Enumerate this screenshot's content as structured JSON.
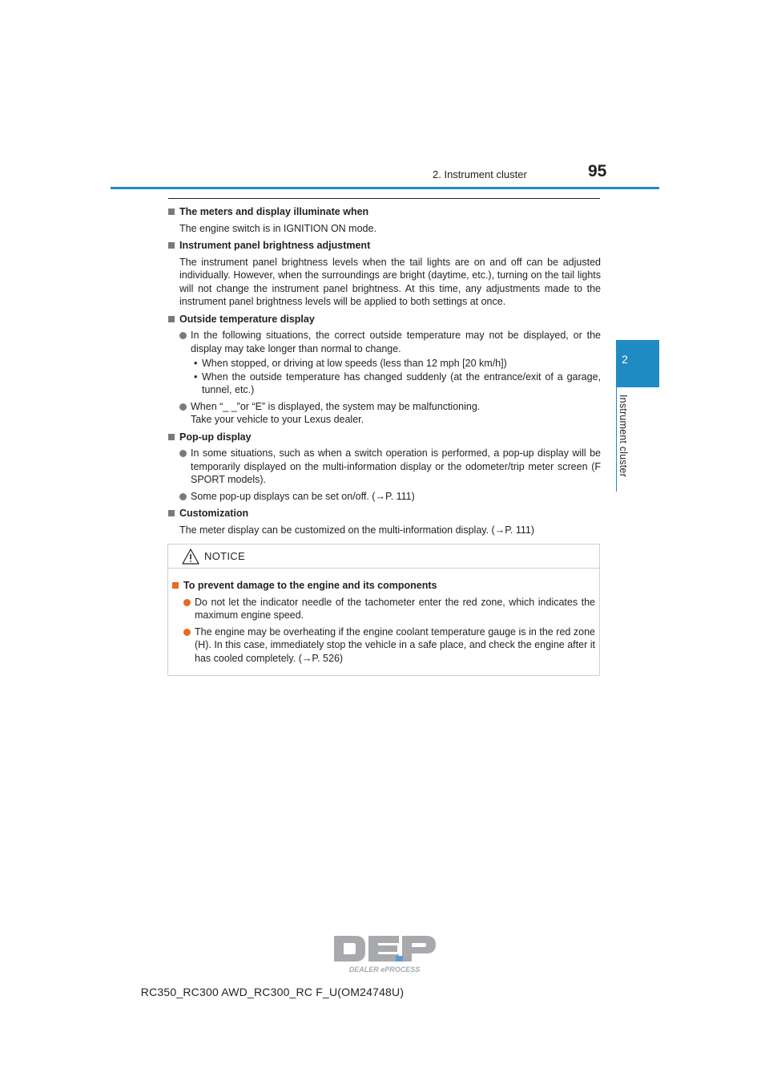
{
  "header": {
    "section": "2. Instrument cluster",
    "page_number": "95"
  },
  "side_tab": {
    "number": "2",
    "label": "Instrument cluster",
    "color": "#1f8bc3"
  },
  "sections": [
    {
      "title": "The meters and display illuminate when",
      "body": "The engine switch is in IGNITION ON mode."
    },
    {
      "title": "Instrument panel brightness adjustment",
      "body": "The instrument panel brightness levels when the tail lights are on and off can be adjusted individually. However, when the surroundings are bright (daytime, etc.), turning on the tail lights will not change the instrument panel brightness. At this time, any adjustments made to the instrument panel brightness levels will be applied to both settings at once."
    },
    {
      "title": "Outside temperature display",
      "bullets": [
        {
          "text": "In the following situations, the correct outside temperature may not be displayed, or the display may take longer than normal to change.",
          "subitems": [
            "When stopped, or driving at low speeds (less than 12 mph [20 km/h])",
            "When the outside temperature has changed suddenly (at the entrance/exit of a garage, tunnel, etc.)"
          ]
        },
        {
          "line1": "When “_ _”or “E” is displayed, the system may be malfunctioning.",
          "line2": "Take your vehicle to your Lexus dealer."
        }
      ]
    },
    {
      "title": "Pop-up display",
      "bullets": [
        {
          "text": "In some situations, such as when a switch operation is performed, a pop-up display will be temporarily displayed on the multi-information display or the odometer/trip meter screen (F SPORT models)."
        },
        {
          "text": "Some pop-up displays can be set on/off. (→P. 111)"
        }
      ]
    },
    {
      "title": "Customization",
      "body": "The meter display can be customized on the multi-information display. (→P. 111)"
    }
  ],
  "notice": {
    "label": "NOTICE",
    "icon": "warning-triangle-icon",
    "title": "To prevent damage to the engine and its components",
    "bullets": [
      "Do not let the indicator needle of the tachometer enter the red zone, which indicates the maximum engine speed.",
      "The engine may be overheating if the engine coolant temperature gauge is in the red zone (H). In this case, immediately stop the vehicle in a safe place, and check the engine after it has cooled completely. (→P. 526)"
    ]
  },
  "logo": {
    "icon": "dealer-eprocess-logo",
    "text": "DEALER ePROCESS"
  },
  "footer": {
    "model_code": "RC350_RC300 AWD_RC300_RC F_U(OM24748U)"
  }
}
